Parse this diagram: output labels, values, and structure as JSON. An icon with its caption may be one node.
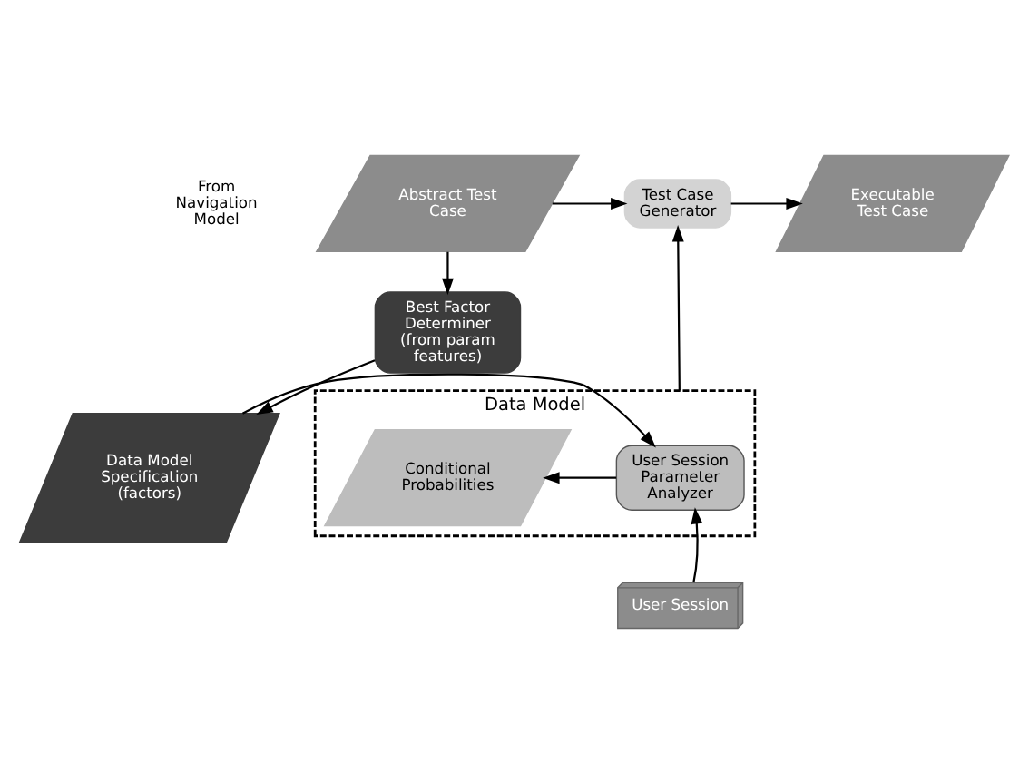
{
  "diagram": {
    "nodes": [
      {
        "text": [
          "Abstract Test Case"
        ],
        "beside": [
          "From Navigation Model"
        ]
      },
      {
        "text": [
          "Test Case Generator"
        ]
      },
      {
        "text": [
          "Executable Test Case"
        ]
      },
      {
        "text": [
          "Best Factor Determiner (from param features)"
        ]
      },
      {
        "text": [
          "Data Model Specification (factors)"
        ]
      },
      {
        "text": [
          "Data Model"
        ]
      },
      {
        "text": [
          "User Session Parameter Analyzer"
        ],
        "in": 5
      },
      {
        "text": [
          "Conditional Probabilities"
        ],
        "in": 5
      },
      {
        "text": [
          "User Session"
        ]
      }
    ],
    "edges": [
      {
        "from": 0,
        "to": 1,
        "arrow": "to"
      },
      {
        "from": 1,
        "to": 2,
        "arrow": "to"
      },
      {
        "from": 0,
        "to": 3,
        "arrow": "to"
      },
      {
        "from": 3,
        "to": 4,
        "arrow": "to"
      },
      {
        "from": 4,
        "to": 6,
        "arrow": "to"
      },
      {
        "from": 6,
        "to": 7,
        "arrow": "to"
      },
      {
        "from": 5,
        "to": 1,
        "arrow": "to"
      },
      {
        "from": 8,
        "to": 6,
        "arrow": "to"
      }
    ]
  }
}
